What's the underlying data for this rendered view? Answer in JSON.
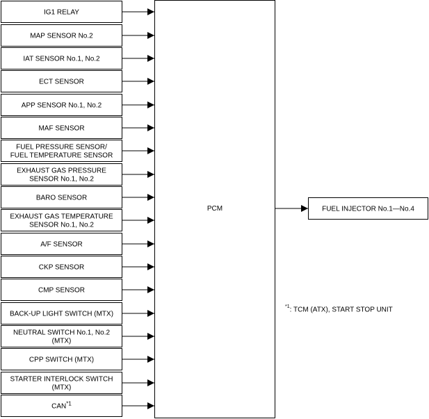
{
  "diagram": {
    "inputs": [
      {
        "id": "ig1-relay",
        "lines": [
          "IG1 RELAY"
        ]
      },
      {
        "id": "map-sensor",
        "lines": [
          "MAP SENSOR No.2"
        ]
      },
      {
        "id": "iat-sensor",
        "lines": [
          "IAT SENSOR No.1, No.2"
        ]
      },
      {
        "id": "ect-sensor",
        "lines": [
          "ECT SENSOR"
        ]
      },
      {
        "id": "app-sensor",
        "lines": [
          "APP SENSOR No.1, No.2"
        ]
      },
      {
        "id": "maf-sensor",
        "lines": [
          "MAF SENSOR"
        ]
      },
      {
        "id": "fuel-pressure-sensor",
        "lines": [
          "FUEL PRESSURE SENSOR/",
          "FUEL TEMPERATURE SENSOR"
        ]
      },
      {
        "id": "exhaust-gas-pressure-sensor",
        "lines": [
          "EXHAUST GAS PRESSURE",
          "SENSOR No.1, No.2"
        ]
      },
      {
        "id": "baro-sensor",
        "lines": [
          "BARO SENSOR"
        ]
      },
      {
        "id": "exhaust-gas-temperature-sensor",
        "lines": [
          "EXHAUST GAS TEMPERATURE",
          "SENSOR No.1, No.2"
        ]
      },
      {
        "id": "af-sensor",
        "lines": [
          "A/F SENSOR"
        ]
      },
      {
        "id": "ckp-sensor",
        "lines": [
          "CKP SENSOR"
        ]
      },
      {
        "id": "cmp-sensor",
        "lines": [
          "CMP SENSOR"
        ]
      },
      {
        "id": "back-up-light-switch",
        "lines": [
          "BACK-UP LIGHT SWITCH (MTX)"
        ]
      },
      {
        "id": "neutral-switch",
        "lines": [
          "NEUTRAL SWITCH No.1, No.2",
          "(MTX)"
        ]
      },
      {
        "id": "cpp-switch",
        "lines": [
          "CPP SWITCH (MTX)"
        ]
      },
      {
        "id": "starter-interlock-switch",
        "lines": [
          "STARTER INTERLOCK SWITCH",
          "(MTX)"
        ]
      },
      {
        "id": "can",
        "lines": [
          "CAN"
        ],
        "superscript": "*1"
      }
    ],
    "center": {
      "label": "PCM"
    },
    "outputs": [
      {
        "id": "fuel-injector",
        "lines": [
          "FUEL INJECTOR No.1—No.4"
        ]
      }
    ],
    "footnote": {
      "marker": "*1",
      "text": ": TCM (ATX), START STOP UNIT"
    }
  }
}
